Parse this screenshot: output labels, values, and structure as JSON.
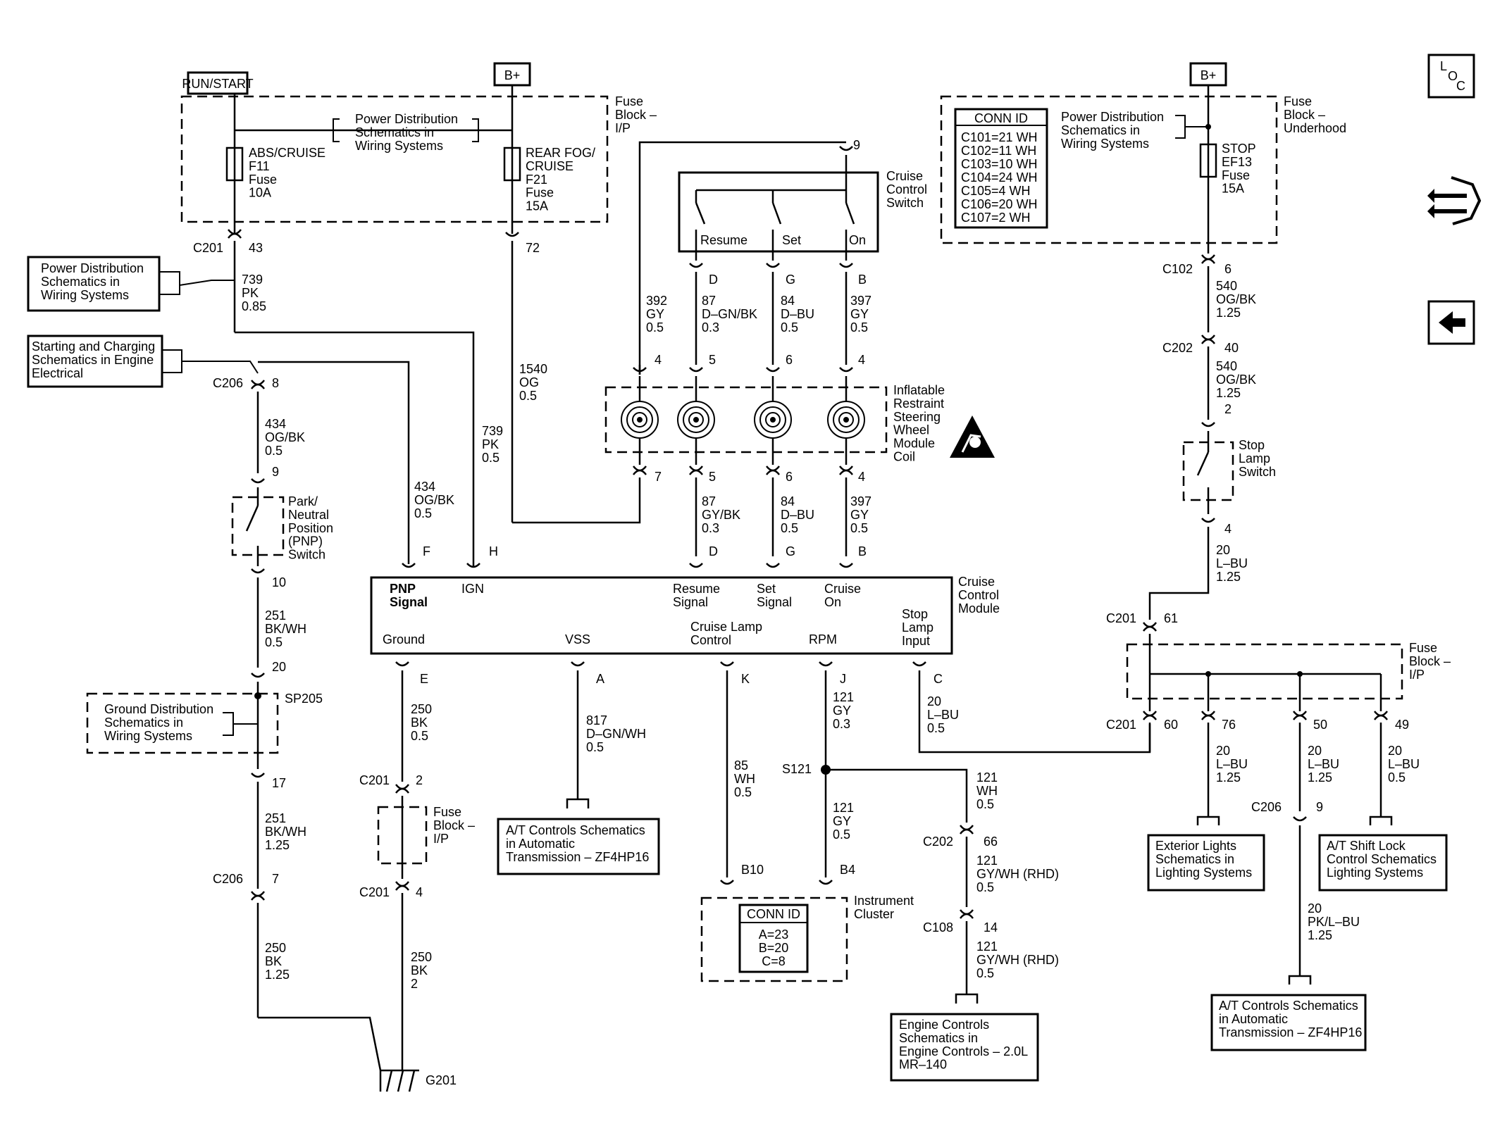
{
  "power_labels": {
    "run_start": "RUN/START",
    "b_plus_left": "B+",
    "b_plus_right": "B+"
  },
  "fuse_block_ip": "Fuse\nBlock –\nI/P",
  "fuse_block_underhood": "Fuse\nBlock –\nUnderhood",
  "fuse_block_ip_lower": "Fuse\nBlock –\nI/P",
  "fuse_block_ip_small": "Fuse\nBlock –\nI/P",
  "pds_top_left": "Power Distribution\nSchematics in\nWiring Systems",
  "pds_top_right": "Power Distribution\nSchematics in\nWiring Systems",
  "fuse_abs": "ABS/CRUISE\nF11\nFuse\n10A",
  "fuse_rear_fog": "REAR FOG/\nCRUISE\nF21\nFuse\n15A",
  "fuse_stop": "STOP\nEF13\nFuse\n15A",
  "conn_id_table": {
    "header": "CONN ID",
    "rows": [
      "C101=21 WH",
      "C102=11 WH",
      "C103=10 WH",
      "C104=24 WH",
      "C105=4 WH",
      "C106=20 WH",
      "C107=2 WH"
    ]
  },
  "refs": {
    "pds_left": "Power Distribution\nSchematics in\nWiring Systems",
    "starting_charging": "Starting and Charging\nSchematics in Engine\nElectrical",
    "ground_dist": "Ground Distribution\nSchematics in\nWiring Systems",
    "at_controls_left": "A/T Controls Schematics\nin Automatic\nTransmission – ZF4HP16",
    "engine_controls": "Engine Controls\nSchematics in\nEngine Controls – 2.0L\nMR–140",
    "exterior_lights": "Exterior Lights\nSchematics in\nLighting Systems",
    "at_shift_lock": "A/T Shift Lock\nControl Schematics\nLighting Systems",
    "at_controls_right": "A/T Controls Schematics\nin Automatic\nTransmission – ZF4HP16"
  },
  "cruise_switch": {
    "name": "Cruise\nControl\nSwitch",
    "resume": "Resume",
    "set": "Set",
    "on": "On"
  },
  "coil_label": "Inflatable\nRestraint\nSteering\nWheel\nModule\nCoil",
  "pnp_switch": "Park/\nNeutral\nPosition\n(PNP)\nSwitch",
  "stop_lamp_switch": "Stop\nLamp\nSwitch",
  "module": {
    "name": "Cruise\nControl\nModule",
    "pnp_signal": "PNP\nSignal",
    "ign": "IGN",
    "resume_signal": "Resume\nSignal",
    "set_signal": "Set\nSignal",
    "cruise_on": "Cruise\nOn",
    "ground": "Ground",
    "vss": "VSS",
    "cruise_lamp": "Cruise Lamp\nControl",
    "rpm": "RPM",
    "stop_lamp_input": "Stop\nLamp\nInput"
  },
  "instrument_cluster": {
    "name": "Instrument\nCluster",
    "conn_header": "CONN ID",
    "rows": [
      "A=23",
      "B=20",
      "C=8"
    ]
  },
  "connectors": {
    "c201_43": "C201",
    "p43": "43",
    "p72": "72",
    "c206_8": "C206",
    "p8": "8",
    "p9a": "9",
    "p10": "10",
    "p20": "20",
    "sp205": "SP205",
    "p17": "17",
    "c206_7": "C206",
    "p7a": "7",
    "c201_2": "C201",
    "p2": "2",
    "c201_4": "C201",
    "p4": "4",
    "g201": "G201",
    "p9_sw": "9",
    "pD_sw": "D",
    "pG_sw": "G",
    "pB_sw": "B",
    "p4a": "4",
    "p5a": "5",
    "p6a": "6",
    "p4b": "4",
    "p7b": "7",
    "p5b": "5",
    "p6b": "6",
    "p4c": "4",
    "pF": "F",
    "pH": "H",
    "pD_mod": "D",
    "pG_mod": "G",
    "pB_mod": "B",
    "pE": "E",
    "pA": "A",
    "pK": "K",
    "pJ": "J",
    "pC": "C",
    "s121": "S121",
    "c202_66": "C202",
    "p66": "66",
    "c108": "C108",
    "p14": "14",
    "pB10": "B10",
    "pB4": "B4",
    "c102": "C102",
    "p6": "6",
    "c202_40": "C202",
    "p40": "40",
    "p2_sl": "2",
    "p4_sl": "4",
    "c201_61": "C201",
    "p61": "61",
    "c201_60": "C201",
    "p60": "60",
    "p76": "76",
    "p50": "50",
    "p49": "49",
    "c206_9": "C206",
    "p9b": "9"
  },
  "wires": {
    "w739a": "739\nPK\n0.85",
    "w434a": "434\nOG/BK\n0.5",
    "w251a": "251\nBK/WH\n0.5",
    "w251b": "251\nBK/WH\n1.25",
    "w250a": "250\nBK\n1.25",
    "w434b": "434\nOG/BK\n0.5",
    "w739b": "739\nPK\n0.5",
    "w1540": "1540\nOG\n0.5",
    "w392": "392\nGY\n0.5",
    "w87a": "87\nD–GN/BK\n0.3",
    "w84a": "84\nD–BU\n0.5",
    "w397a": "397\nGY\n0.5",
    "w87b": "87\nGY/BK\n0.3",
    "w84b": "84\nD–BU\n0.5",
    "w397b": "397\nGY\n0.5",
    "w250b": "250\nBK\n0.5",
    "w250c": "250\nBK\n2",
    "w817": "817\nD–GN/WH\n0.5",
    "w85": "85\nWH\n0.5",
    "w121a": "121\nGY\n0.3",
    "w121b": "121\nGY\n0.5",
    "w121c": "121\nWH\n0.5",
    "w121d": "121\nGY/WH (RHD)\n0.5",
    "w121e": "121\nGY/WH (RHD)\n0.5",
    "w20a": "20\nL–BU\n0.5",
    "w540a": "540\nOG/BK\n1.25",
    "w540b": "540\nOG/BK\n1.25",
    "w20b": "20\nL–BU\n1.25",
    "w20c": "20\nL–BU\n1.25",
    "w20d": "20\nL–BU\n1.25",
    "w20e": "20\nL–BU\n0.5",
    "w20f": "20\nPK/L–BU\n1.25"
  },
  "nav": {
    "loc_l": "L",
    "loc_o": "O",
    "loc_c": "C"
  }
}
